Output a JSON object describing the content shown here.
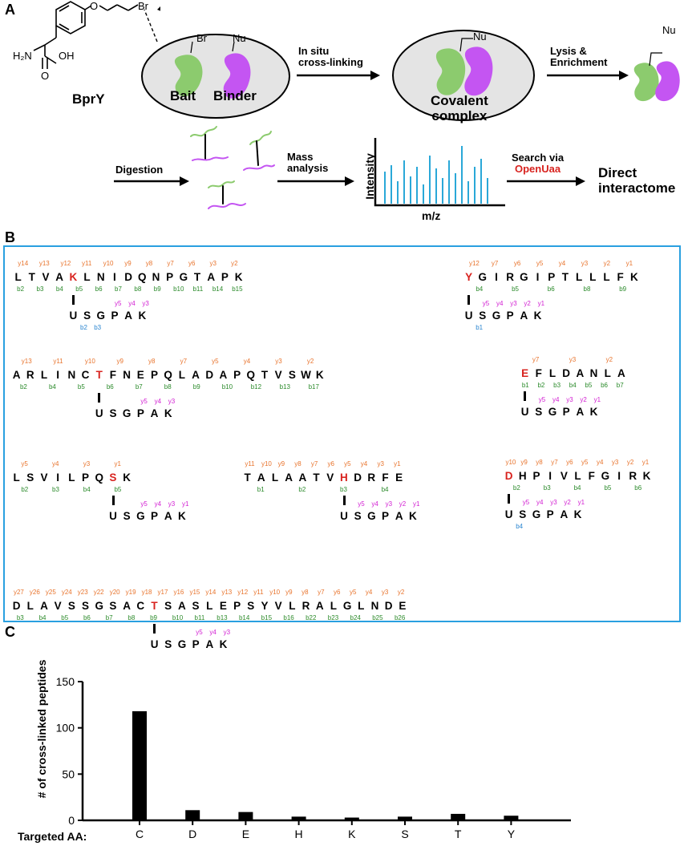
{
  "panels": {
    "a": "A",
    "b": "B",
    "c": "C"
  },
  "panelA": {
    "compound_name": "BprY",
    "atoms": {
      "o": "O",
      "br": "Br",
      "h2n": "H₂N",
      "oh": "OH",
      "o2": "O",
      "nu": "Nu"
    },
    "bait": "Bait",
    "binder": "Binder",
    "step1": "In situ\ncross-linking",
    "complex": "Covalent\ncomplex",
    "step2": "Lysis &\nEnrichment",
    "step3": "Digestion",
    "step4": "Mass\nanalysis",
    "y_axis": "Intensity",
    "x_axis": "m/z",
    "step5_prefix": "Search via",
    "step5_tool": "OpenUaa",
    "result": "Direct\ninteractome",
    "colors": {
      "bait": "#8ccb6e",
      "binder": "#c455f2",
      "cell": "#e4e4e4",
      "spectrum": "#2aa8d8",
      "highlight": "#d8231f"
    }
  },
  "panelB": {
    "frame_color": "#2aa0e0",
    "linker_peptide": "USGPAK",
    "peptides": [
      {
        "seq": "LTVAKLNIDQNPGTAPK",
        "hl": 4,
        "y": [
          "y14",
          "y13",
          "y12",
          "y11",
          "y10",
          "y9",
          "y8",
          "y7",
          "y6",
          "y3",
          "y2"
        ],
        "b": [
          "b2",
          "b3",
          "b4",
          "b5",
          "b6",
          "b7",
          "b8",
          "b9",
          "b10",
          "b11",
          "b14",
          "b15"
        ],
        "ly": [
          "y5",
          "y4",
          "y3"
        ],
        "lb": [
          "b2",
          "b3"
        ]
      },
      {
        "seq": "YGIRGIPTLLLFK",
        "hl": 0,
        "y": [
          "y12",
          "y7",
          "y6",
          "y5",
          "y4",
          "y3",
          "y2",
          "y1"
        ],
        "b": [
          "b4",
          "b5",
          "b6",
          "b8",
          "b9"
        ],
        "ly": [
          "y5",
          "y4",
          "y3",
          "y2",
          "y1"
        ],
        "lb": [
          "b1"
        ]
      },
      {
        "seq": "ARLINCTFNEPQLADAPQTVSWK",
        "hl": 6,
        "y": [
          "y13",
          "y11",
          "y10",
          "y9",
          "y8",
          "y7",
          "y5",
          "y4",
          "y3",
          "y2"
        ],
        "b": [
          "b2",
          "b4",
          "b5",
          "b6",
          "b7",
          "b8",
          "b9",
          "b10",
          "b12",
          "b13",
          "b17"
        ],
        "ly": [
          "y5",
          "y4",
          "y3"
        ],
        "lb": []
      },
      {
        "seq": "EFLDANLA",
        "hl": 0,
        "y": [
          "y7",
          "y3",
          "y2"
        ],
        "b": [
          "b1",
          "b2",
          "b3",
          "b4",
          "b5",
          "b6",
          "b7"
        ],
        "ly": [
          "y5",
          "y4",
          "y3",
          "y2",
          "y1"
        ],
        "lb": []
      },
      {
        "seq": "LSVILPQSK",
        "hl": 7,
        "y": [
          "y5",
          "y4",
          "y3",
          "y1"
        ],
        "b": [
          "b2",
          "b3",
          "b4",
          "b5"
        ],
        "ly": [
          "y5",
          "y4",
          "y3",
          "y1"
        ],
        "lb": []
      },
      {
        "seq": "TALAATVHDRFE",
        "hl": 7,
        "y": [
          "y11",
          "y10",
          "y9",
          "y8",
          "y7",
          "y6",
          "y5",
          "y4",
          "y3",
          "y1"
        ],
        "b": [
          "b1",
          "b2",
          "b3",
          "b4"
        ],
        "ly": [
          "y5",
          "y4",
          "y3",
          "y2",
          "y1"
        ],
        "lb": []
      },
      {
        "seq": "DHPIVLFGIRK",
        "hl": 0,
        "y": [
          "y10",
          "y9",
          "y8",
          "y7",
          "y6",
          "y5",
          "y4",
          "y3",
          "y2",
          "y1"
        ],
        "b": [
          "b2",
          "b3",
          "b4",
          "b5",
          "b6"
        ],
        "ly": [
          "y5",
          "y4",
          "y3",
          "y2",
          "y1"
        ],
        "lb": [
          "b4"
        ]
      },
      {
        "seq": "DLAVSSGSACTSASLEPSYVLRALGLNDE",
        "hl": 10,
        "y": [
          "y27",
          "y26",
          "y25",
          "y24",
          "y23",
          "y22",
          "y20",
          "y19",
          "y18",
          "y17",
          "y16",
          "y15",
          "y14",
          "y13",
          "y12",
          "y11",
          "y10",
          "y9",
          "y8",
          "y7",
          "y6",
          "y5",
          "y4",
          "y3",
          "y2"
        ],
        "b": [
          "b3",
          "b4",
          "b5",
          "b6",
          "b7",
          "b8",
          "b9",
          "b10",
          "b11",
          "b13",
          "b14",
          "b15",
          "b16",
          "b22",
          "b23",
          "b24",
          "b25",
          "b26"
        ],
        "ly": [
          "y5",
          "y4",
          "y3"
        ],
        "lb": []
      }
    ]
  },
  "chart_data": {
    "type": "bar",
    "categories": [
      "C",
      "D",
      "E",
      "H",
      "K",
      "S",
      "T",
      "Y"
    ],
    "values": [
      118,
      11,
      9,
      4,
      3,
      4,
      7,
      5
    ],
    "xlabel": "Targeted AA:",
    "ylabel": "# of cross-linked peptides",
    "ylim": [
      0,
      150
    ],
    "yticks": [
      0,
      50,
      100,
      150
    ],
    "bar_color": "#000000"
  }
}
